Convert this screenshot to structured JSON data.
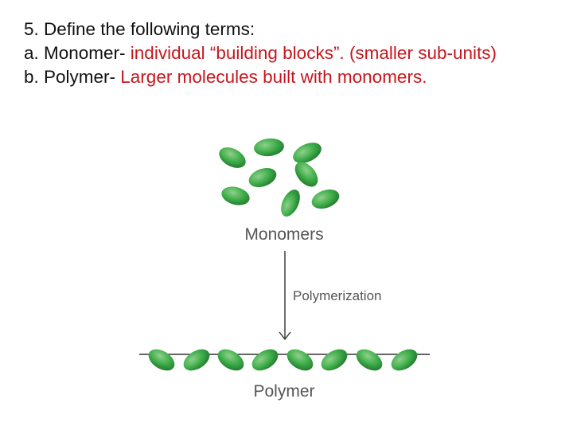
{
  "question": {
    "prompt": "5. Define the following terms:",
    "a_term": "a. Monomer- ",
    "a_definition": "individual “building blocks”.  (smaller sub-units)",
    "b_term": "b. Polymer- ",
    "b_definition": "Larger molecules built with monomers."
  },
  "diagram": {
    "monomers_label": "Monomers",
    "process_label": "Polymerization",
    "polymer_label": "Polymer",
    "colors": {
      "monomer": "#2f9a3e",
      "monomer_highlight": "#8fd08b",
      "definition_text": "#c8161d",
      "label_text": "#555555"
    }
  }
}
